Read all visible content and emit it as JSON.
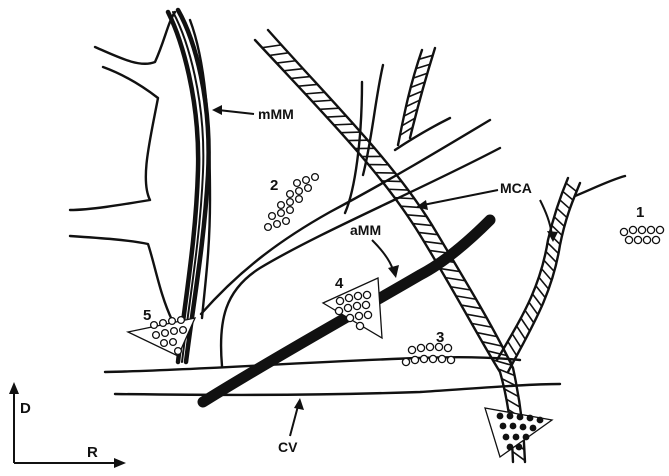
{
  "labels": {
    "mMM": "mMM",
    "MCA": "MCA",
    "aMM": "aMM",
    "CV": "CV",
    "D": "D",
    "R": "R"
  },
  "sites": [
    {
      "id": "site-1",
      "label": "1",
      "marker": "open-circles"
    },
    {
      "id": "site-2",
      "label": "2",
      "marker": "open-circles"
    },
    {
      "id": "site-3",
      "label": "3",
      "marker": "open-circles"
    },
    {
      "id": "site-4",
      "label": "4",
      "marker": "triangle-open-circles"
    },
    {
      "id": "site-5",
      "label": "5",
      "marker": "triangle-open-circles"
    },
    {
      "id": "site-6",
      "label": "",
      "marker": "triangle-filled-dots"
    }
  ],
  "colors": {
    "ink": "#111111",
    "background": "#ffffff"
  }
}
